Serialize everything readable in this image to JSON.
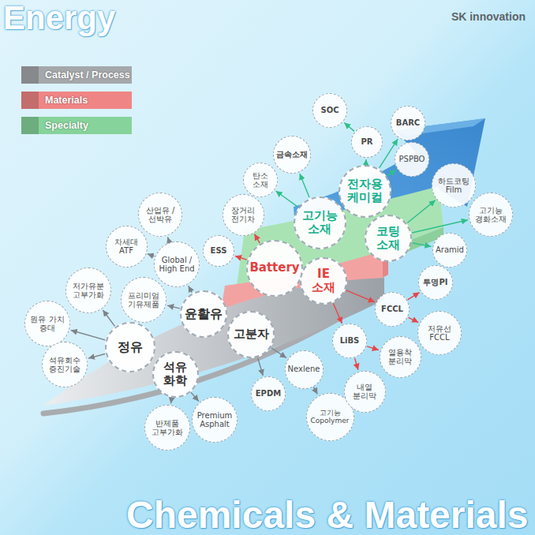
{
  "diagram": {
    "nodes": [
      {
        "text": [
          "정유"
        ]
      },
      {
        "text": [
          "원유 가치 증대"
        ]
      },
      {
        "text": [
          "석유회수 증진기술"
        ]
      },
      {
        "text": [
          "저가유분 고부가화"
        ]
      },
      {
        "text": [
          "석유 화학"
        ]
      },
      {
        "text": [
          "반제품 고부가화"
        ]
      },
      {
        "text": [
          "Premium Asphalt"
        ]
      },
      {
        "text": [
          "윤활유"
        ]
      },
      {
        "text": [
          "프리미엄 기유제품"
        ]
      },
      {
        "text": [
          "Global / High End"
        ]
      },
      {
        "text": [
          "차세대 ATF"
        ]
      },
      {
        "text": [
          "산업유 / 선박유"
        ]
      },
      {
        "text": [
          "고분자"
        ]
      },
      {
        "text": [
          "EPDM"
        ]
      },
      {
        "text": [
          "Nexlene"
        ]
      },
      {
        "text": [
          "고기능 Copolymer"
        ]
      },
      {
        "text": [
          "Battery"
        ]
      },
      {
        "text": [
          "ESS"
        ]
      },
      {
        "text": [
          "장거리 전기차"
        ]
      },
      {
        "text": [
          "IE 소재"
        ]
      },
      {
        "text": [
          "FCCL"
        ]
      },
      {
        "text": [
          "투명PI"
        ]
      },
      {
        "text": [
          "저유선 FCCL"
        ]
      },
      {
        "text": [
          "LiBS"
        ]
      },
      {
        "text": [
          "열용착 분리막"
        ]
      },
      {
        "text": [
          "내열 분리막"
        ]
      },
      {
        "text": [
          "고기능 소재"
        ]
      },
      {
        "text": [
          "탄소 소재"
        ]
      },
      {
        "text": [
          "금속소재"
        ]
      },
      {
        "text": [
          "전자용 케미컬"
        ]
      },
      {
        "text": [
          "PR"
        ]
      },
      {
        "text": [
          "SOC"
        ]
      },
      {
        "text": [
          "BARC"
        ]
      },
      {
        "text": [
          "PSPBO"
        ]
      },
      {
        "text": [
          "코팅 소재"
        ]
      },
      {
        "text": [
          "하드코팅 Film"
        ]
      },
      {
        "text": [
          "고기능 경화소재"
        ]
      },
      {
        "text": [
          "Aramid"
        ]
      }
    ],
    "edges": [
      {
        "from": 0,
        "to": 1,
        "arrow": "to"
      },
      {
        "from": 0,
        "to": 2,
        "arrow": "to"
      },
      {
        "from": 0,
        "to": 3,
        "arrow": "to"
      },
      {
        "from": 4,
        "to": 5,
        "arrow": "to"
      },
      {
        "from": 4,
        "to": 6,
        "arrow": "to"
      },
      {
        "from": 7,
        "to": 8,
        "arrow": "to"
      },
      {
        "from": 7,
        "to": 9,
        "arrow": "to"
      },
      {
        "from": 9,
        "to": 10,
        "arrow": "to"
      },
      {
        "from": 9,
        "to": 11,
        "arrow": "to"
      },
      {
        "from": 12,
        "to": 13,
        "arrow": "to"
      },
      {
        "from": 12,
        "to": 14,
        "arrow": "to"
      },
      {
        "from": 14,
        "to": 15,
        "arrow": "to"
      },
      {
        "from": 16,
        "to": 17,
        "arrow": "to"
      },
      {
        "from": 16,
        "to": 18,
        "arrow": "to"
      },
      {
        "from": 19,
        "to": 20,
        "arrow": "to"
      },
      {
        "from": 20,
        "to": 21,
        "arrow": "to"
      },
      {
        "from": 20,
        "to": 22,
        "arrow": "to"
      },
      {
        "from": 19,
        "to": 23,
        "arrow": "to"
      },
      {
        "from": 23,
        "to": 24,
        "arrow": "to"
      },
      {
        "from": 23,
        "to": 25,
        "arrow": "to"
      },
      {
        "from": 26,
        "to": 27,
        "arrow": "to"
      },
      {
        "from": 26,
        "to": 28,
        "arrow": "to"
      },
      {
        "from": 29,
        "to": 30,
        "arrow": "to"
      },
      {
        "from": 30,
        "to": 31,
        "arrow": "to"
      },
      {
        "from": 29,
        "to": 32,
        "arrow": "to"
      },
      {
        "from": 29,
        "to": 33,
        "arrow": "to"
      },
      {
        "from": 34,
        "to": 35,
        "arrow": "to"
      },
      {
        "from": 34,
        "to": 36,
        "arrow": "to"
      },
      {
        "from": 34,
        "to": 37,
        "arrow": "to"
      }
    ],
    "labels": [
      "Energy",
      "SK innovation",
      "Chemicals & Materials"
    ],
    "legend": [
      {
        "text": "Catalyst / Process",
        "color": "#a5a8ab"
      },
      {
        "text": "Materials",
        "color": "#f08585"
      },
      {
        "text": "Specialty",
        "color": "#86d39b"
      }
    ]
  }
}
